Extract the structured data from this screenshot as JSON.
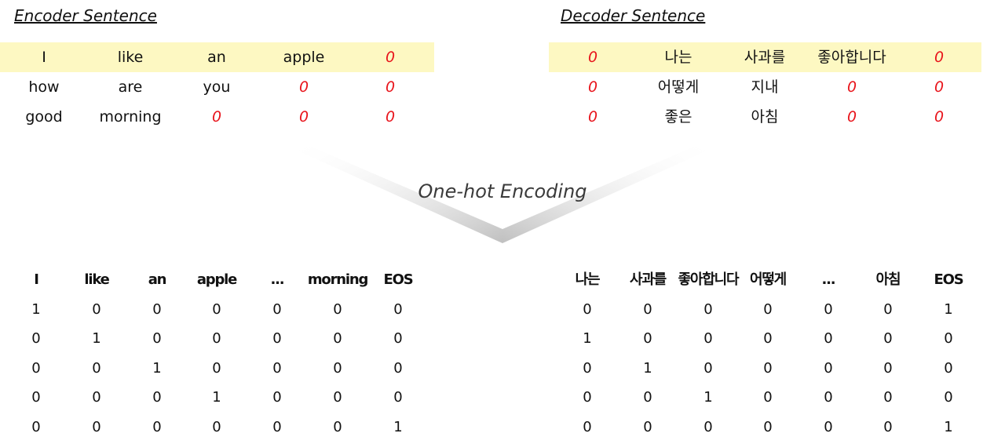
{
  "encoder": {
    "title": "Encoder Sentence",
    "rows": [
      [
        "I",
        "like",
        "an",
        "apple",
        "0"
      ],
      [
        "how",
        "are",
        "you",
        "0",
        "0"
      ],
      [
        "good",
        "morning",
        "0",
        "0",
        "0"
      ]
    ]
  },
  "decoder": {
    "title": "Decoder Sentence",
    "rows": [
      [
        "0",
        "나는",
        "사과를",
        "좋아합니다",
        "0"
      ],
      [
        "0",
        "어떻게",
        "지내",
        "0",
        "0"
      ],
      [
        "0",
        "좋은",
        "아침",
        "0",
        "0"
      ]
    ]
  },
  "transform_label": "One-hot Encoding",
  "encoder_onehot": {
    "headers": [
      "I",
      "like",
      "an",
      "apple",
      "...",
      "morning",
      "EOS"
    ],
    "rows": [
      [
        1,
        0,
        0,
        0,
        0,
        0,
        0
      ],
      [
        0,
        1,
        0,
        0,
        0,
        0,
        0
      ],
      [
        0,
        0,
        1,
        0,
        0,
        0,
        0
      ],
      [
        0,
        0,
        0,
        1,
        0,
        0,
        0
      ],
      [
        0,
        0,
        0,
        0,
        0,
        0,
        1
      ]
    ]
  },
  "decoder_onehot": {
    "headers": [
      "나는",
      "사과를",
      "좋아합니다",
      "어떻게",
      "...",
      "아침",
      "EOS"
    ],
    "rows": [
      [
        0,
        0,
        0,
        0,
        0,
        0,
        1
      ],
      [
        1,
        0,
        0,
        0,
        0,
        0,
        0
      ],
      [
        0,
        1,
        0,
        0,
        0,
        0,
        0
      ],
      [
        0,
        0,
        1,
        0,
        0,
        0,
        0
      ],
      [
        0,
        0,
        0,
        0,
        0,
        0,
        1
      ]
    ]
  },
  "colors": {
    "highlight": "#fdf8c2",
    "pad_token": "#e8141b"
  }
}
